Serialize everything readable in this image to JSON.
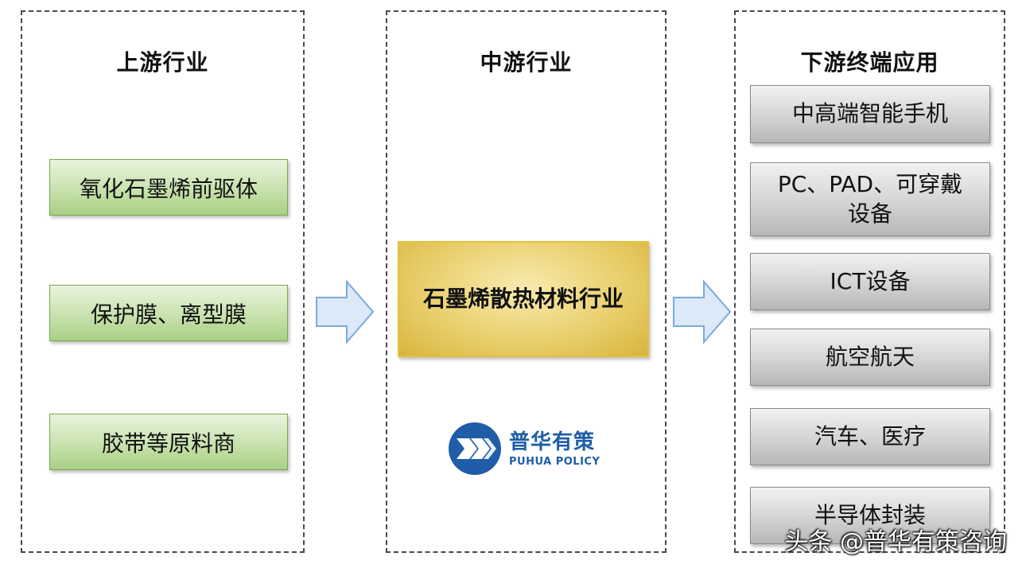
{
  "upstream": {
    "title": "上游行业",
    "items": [
      "氧化石墨烯前驱体",
      "保护膜、离型膜",
      "胶带等原料商"
    ]
  },
  "midstream": {
    "title": "中游行业",
    "box_label": "石墨烯散热材料行业"
  },
  "downstream": {
    "title": "下游终端应用",
    "items": [
      "中高端智能手机",
      "PC、PAD、可穿戴设备",
      "ICT设备",
      "航空航天",
      "汽车、医疗",
      "半导体封装"
    ]
  },
  "logo": {
    "cn": "普华有策",
    "en": "PUHUA POLICY"
  },
  "watermark": "头条 @普华有策咨询",
  "colors": {
    "upstream_box": "#b8d99a",
    "midstream_box": "#e8cd68",
    "downstream_box": "#d0d0d0",
    "arrow_fill": "#dbe9f8",
    "arrow_stroke": "#7aaadc",
    "logo_blue": "#1f5da8"
  }
}
